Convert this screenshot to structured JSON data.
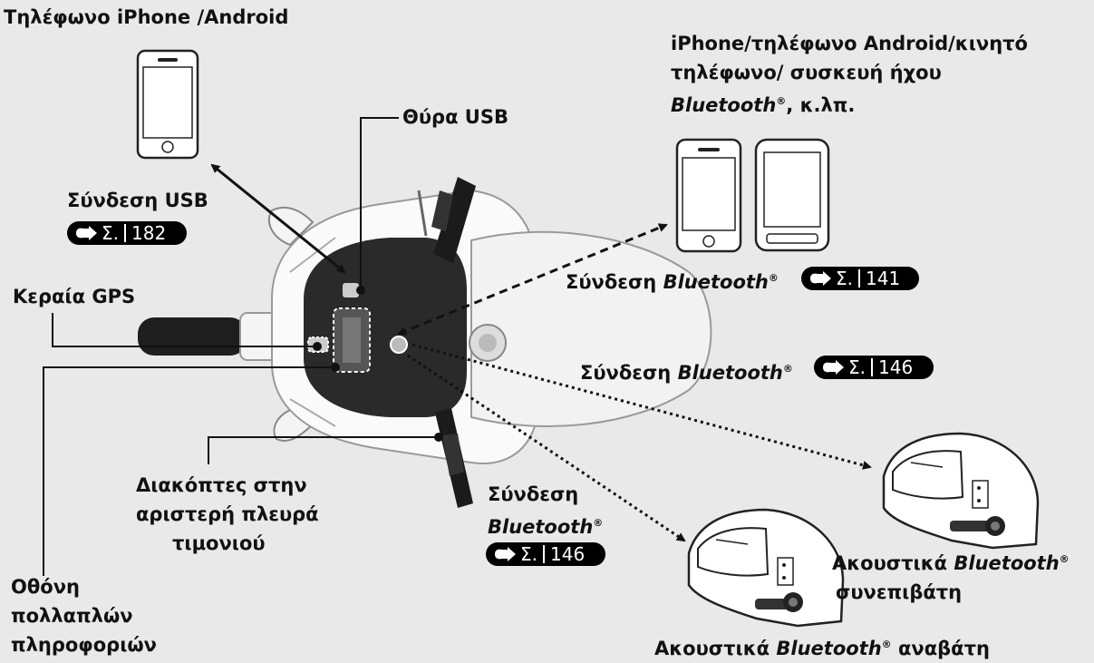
{
  "labels": {
    "phone_usb": "Τηλέφωνο iPhone /Android",
    "usb_port": "Θύρα USB",
    "usb_connection": "Σύνδεση USB",
    "gps_antenna": "Κεραία GPS",
    "bt_devices_line1": "iPhone/τηλέφωνο Android/κινητό",
    "bt_devices_line2": "τηλέφωνο/ συσκευή ήχου",
    "bt_devices_line3_brand": "Bluetooth",
    "bt_devices_line3_tail": ", κ.λπ.",
    "bt_connection_word": "Σύνδεση",
    "bluetooth": "Bluetooth",
    "registered": "®",
    "switches_line1": "Διακόπτες στην",
    "switches_line2": "αριστερή πλευρά",
    "switches_line3": "τιμονιού",
    "display_line1": "Οθόνη",
    "display_line2": "πολλαπλών",
    "display_line3": "πληροφοριών",
    "passenger_headset_prefix": "Ακουστικά",
    "passenger_headset_line2": "συνεπιβάτη",
    "rider_headset_prefix": "Ακουστικά",
    "rider_headset_suffix": "αναβάτη"
  },
  "refs": {
    "prefix": "Σ.",
    "usb": "182",
    "bt_phone": "141",
    "bt_passenger": "146",
    "bt_rider": "146"
  },
  "icons": {
    "phone_usb": "smartphone-icon",
    "bt_phone": "smartphone-icon",
    "bt_audio": "audio-device-icon",
    "passenger_helmet": "helmet-icon",
    "rider_helmet": "helmet-icon",
    "motorcycle": "motorcycle-top-view"
  },
  "colors": {
    "background": "#e9e9e9",
    "ink": "#111111",
    "badge": "#000000",
    "badge_text": "#ffffff"
  }
}
